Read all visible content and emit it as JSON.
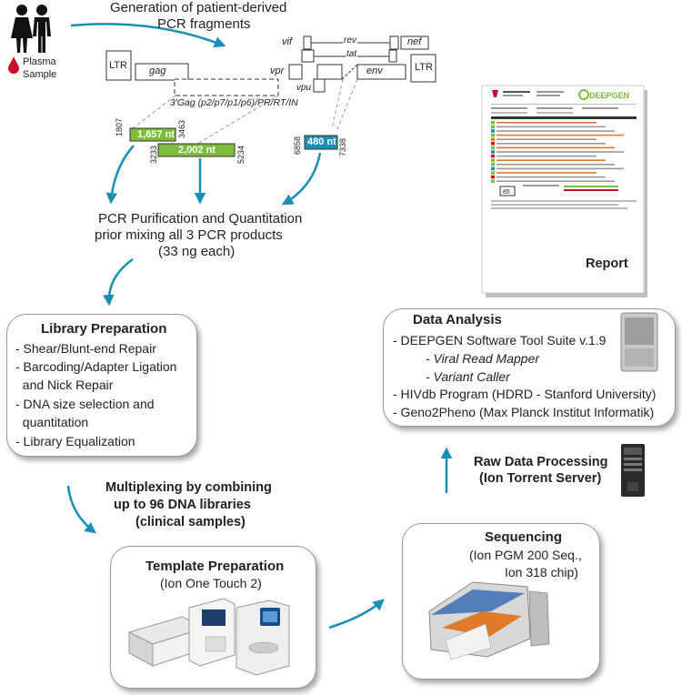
{
  "header": {
    "generation_line1": "Generation of patient-derived",
    "generation_line2": "PCR fragments",
    "plasma_line1": "Plasma",
    "plasma_line2": "Sample"
  },
  "genome": {
    "ltr": "LTR",
    "gag": "gag",
    "vif": "vif",
    "rev": "rev",
    "nef": "nef",
    "tat": "tat",
    "vpr": "vpr",
    "env": "env",
    "vpu": "vpu",
    "region_label": "3'Gag (p2/p7/p1/p6)/PR/RT/IN"
  },
  "fragments": [
    {
      "label": "1,657 nt",
      "start": "1807",
      "end": "3463",
      "color": "#7cbd3a"
    },
    {
      "label": "2,002 nt",
      "start": "3233",
      "end": "5234",
      "color": "#7cbd3a"
    },
    {
      "label": "480 nt",
      "start": "6858",
      "end": "7338",
      "color": "#1a8fb5"
    }
  ],
  "pcr": {
    "line1": "PCR Purification and Quantitation",
    "line2": "prior mixing all 3 PCR  products",
    "line3": "(33 ng each)"
  },
  "library": {
    "title": "Library Preparation",
    "items": [
      "- Shear/Blunt-end Repair",
      "- Barcoding/Adapter Ligation",
      "  and Nick Repair",
      "- DNA size selection and",
      "  quantitation",
      "- Library Equalization"
    ]
  },
  "multiplex": {
    "line1": "Multiplexing by combining",
    "line2": "up to 96 DNA libraries",
    "line3": "(clinical samples)"
  },
  "template": {
    "title": "Template Preparation",
    "subtitle": "(Ion One Touch 2)"
  },
  "sequencing": {
    "title": "Sequencing",
    "line1": "(Ion PGM 200 Seq.,",
    "line2": "Ion 318 chip)"
  },
  "raw": {
    "line1": "Raw Data Processing",
    "line2": "(Ion Torrent Server)"
  },
  "analysis": {
    "title": "Data Analysis",
    "line1": "- DEEPGEN Software Tool Suite v.1.9",
    "line2": "- Viral Read Mapper",
    "line3": "- Variant Caller",
    "line4": "- HIVdb Program (HDRD - Stanford University)",
    "line5": "- Geno2Pheno (Max Planck Institut Informatik)"
  },
  "report": {
    "label": "Report",
    "logo": "DEEPGEN",
    "score": "85"
  },
  "colors": {
    "arrow": "#1a8fb5",
    "drop": "#c8102e",
    "green": "#7cbd3a",
    "blue": "#1a8fb5"
  }
}
